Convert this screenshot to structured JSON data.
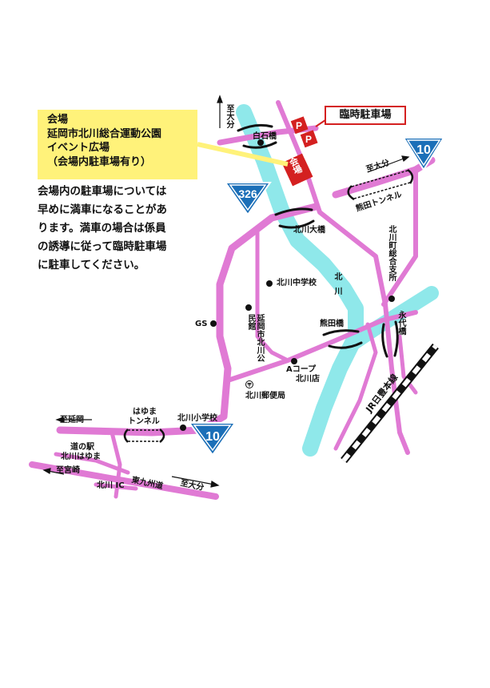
{
  "venue": {
    "title": "会場",
    "line1": "延岡市北川総合運動公園",
    "line2": "イベント広場",
    "line3": "（会場内駐車場有り）",
    "marker": "会場"
  },
  "note": [
    "会場内の駐車場については",
    "早めに満車になることがあ",
    "ります。満車の場合は係員",
    "の誘導に従って臨時駐車場",
    "に駐車してください。"
  ],
  "parking": {
    "label": "臨時駐車場",
    "symbol": "P"
  },
  "routes": {
    "r326": "326",
    "r10a": "10",
    "r10b": "10"
  },
  "places": {
    "to_oita_top": "至大分",
    "to_oita_right": "至大分",
    "to_oita_bottom": "至大分",
    "to_nobeoka": "至延岡",
    "to_miyazaki": "至宮崎",
    "shiraishi": "白石橋",
    "kitagawa_ohashi": "北川大橋",
    "kumada_tunnel": "熊田トンネル",
    "branch_office": "北川町総合支所",
    "junior_high": "北川中学校",
    "gs": "GS",
    "community_hall": "延岡市北川公民館",
    "kumada_bridge": "熊田橋",
    "eidai_bridge": "永代橋",
    "acoop_1": "Aコープ",
    "acoop_2": "北川店",
    "post_office": "北川郵便局",
    "river": "北川",
    "jr": "JR日豊本線",
    "hayuma_tunnel_1": "はゆま",
    "hayuma_tunnel_2": "トンネル",
    "elementary": "北川小学校",
    "michinoeki_1": "道の駅",
    "michinoeki_2": "北川はゆま",
    "expressway": "東九州道",
    "ic": "北川 IC"
  },
  "colors": {
    "road": "#e07ad4",
    "river": "#8fe8ea",
    "parking": "#d42020",
    "route_sign": "#1b6fb8",
    "note_bg": "#fff27a"
  }
}
